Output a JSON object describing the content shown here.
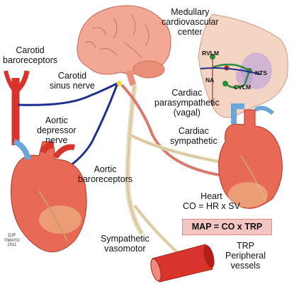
{
  "labels": {
    "medullary": [
      "Medullary",
      "cardiovascular",
      "center"
    ],
    "carotid_baroreceptors": [
      "Carotid",
      "baroreceptors"
    ],
    "carotid_sinus_nerve": [
      "Carotid",
      "sinus nerve"
    ],
    "aortic_depressor": [
      "Aortic",
      "depressor",
      "nerve"
    ],
    "aortic_baroreceptors": [
      "Aortic",
      "baroreceptors"
    ],
    "cardiac_parasympathetic": [
      "Cardiac",
      "parasympathetic",
      "(vagal)"
    ],
    "cardiac_sympathetic": [
      "Cardiac",
      "sympathetic"
    ],
    "heart_eq": [
      "Heart",
      "CO = HR x SV"
    ],
    "map_eq": "MAP = CO x TRP",
    "sympathetic_vasomotor": [
      "Sympathetic",
      "vasomotor"
    ],
    "trp_vessels": [
      "TRP",
      "Peripheral",
      "vessels"
    ],
    "credit": [
      "DJF",
      "©MAYO",
      "2011"
    ]
  },
  "nuclei": {
    "rvlm": "RVLM",
    "nts": "NTS",
    "na": "NA",
    "cvlm": "CVLM"
  },
  "colors": {
    "afferent": "#1f2f8f",
    "parasympathetic": "#d87a6e",
    "sympathetic": "#e8d9b8",
    "brain": "#f2a893",
    "artery": "#d9342b",
    "formula_box": "#f4c6c3"
  }
}
